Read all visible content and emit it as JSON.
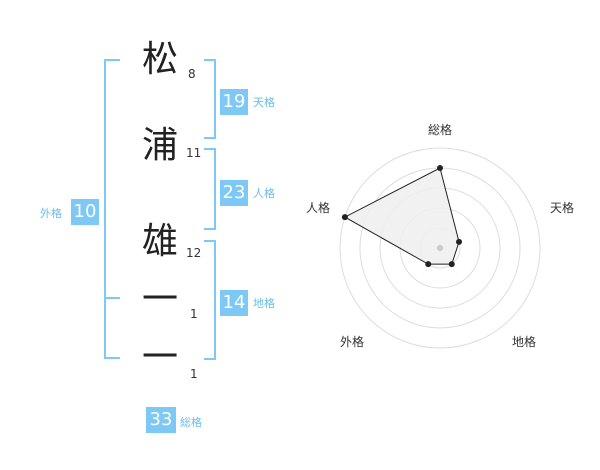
{
  "name": {
    "characters": [
      {
        "char": "松",
        "strokes": "8"
      },
      {
        "char": "浦",
        "strokes": "11"
      },
      {
        "char": "雄",
        "strokes": "12"
      },
      {
        "char": "一",
        "strokes": "1"
      },
      {
        "char": "一",
        "strokes": "1"
      }
    ]
  },
  "fortunes": {
    "tenkaku": {
      "label": "天格",
      "value": "19"
    },
    "jinkaku": {
      "label": "人格",
      "value": "23"
    },
    "chikaku": {
      "label": "地格",
      "value": "14"
    },
    "gaikaku": {
      "label": "外格",
      "value": "10"
    },
    "soukaku": {
      "label": "総格",
      "value": "33"
    }
  },
  "colors": {
    "accent": "#7ec8f5",
    "accent_text": "#6bbdec",
    "radar_fill": "#efefef",
    "radar_line": "#222222",
    "grid": "#dddddd"
  },
  "chart_data": {
    "type": "radar",
    "axes": [
      "総格",
      "天格",
      "地格",
      "外格",
      "人格"
    ],
    "max": 5,
    "rings": 5,
    "values": [
      4,
      1,
      1,
      1,
      5
    ]
  }
}
